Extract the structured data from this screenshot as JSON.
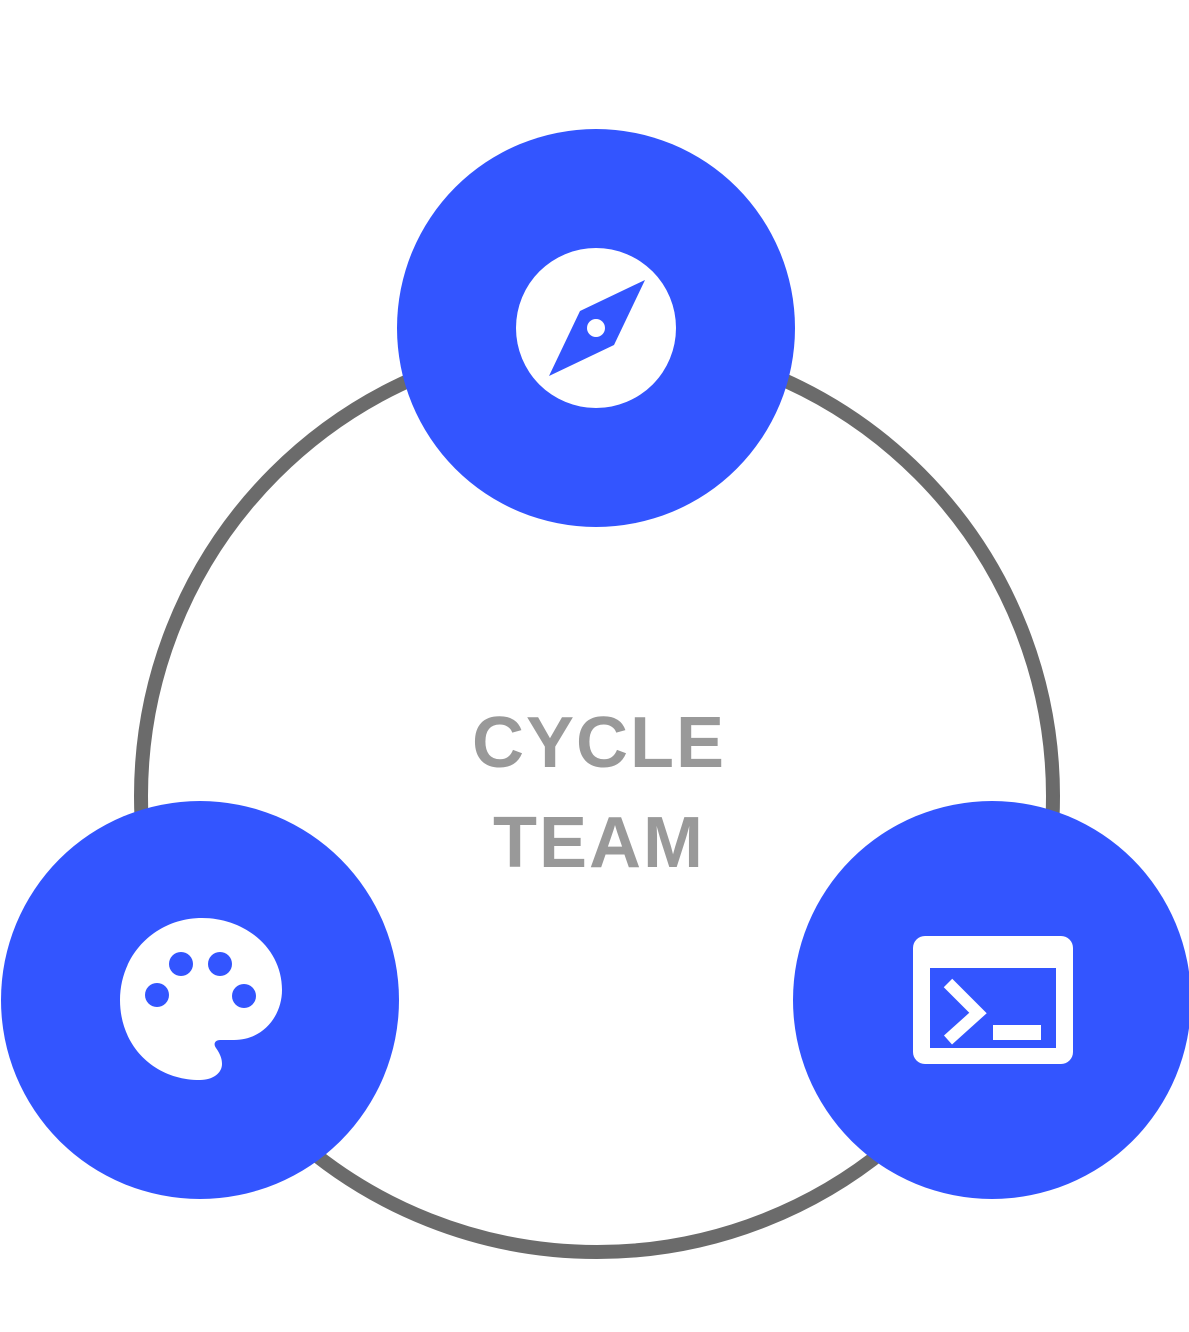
{
  "diagram": {
    "title_line_1": "CYCLE",
    "title_line_2": "TEAM",
    "nodes": [
      {
        "id": "strategy",
        "icon": "compass-icon"
      },
      {
        "id": "design",
        "icon": "palette-icon"
      },
      {
        "id": "development",
        "icon": "terminal-icon"
      }
    ]
  },
  "colors": {
    "node_fill": "#3355ff",
    "ring_stroke": "#6b6b6b",
    "label_text": "#999999",
    "icon_fg": "#ffffff",
    "background": "#ffffff"
  }
}
